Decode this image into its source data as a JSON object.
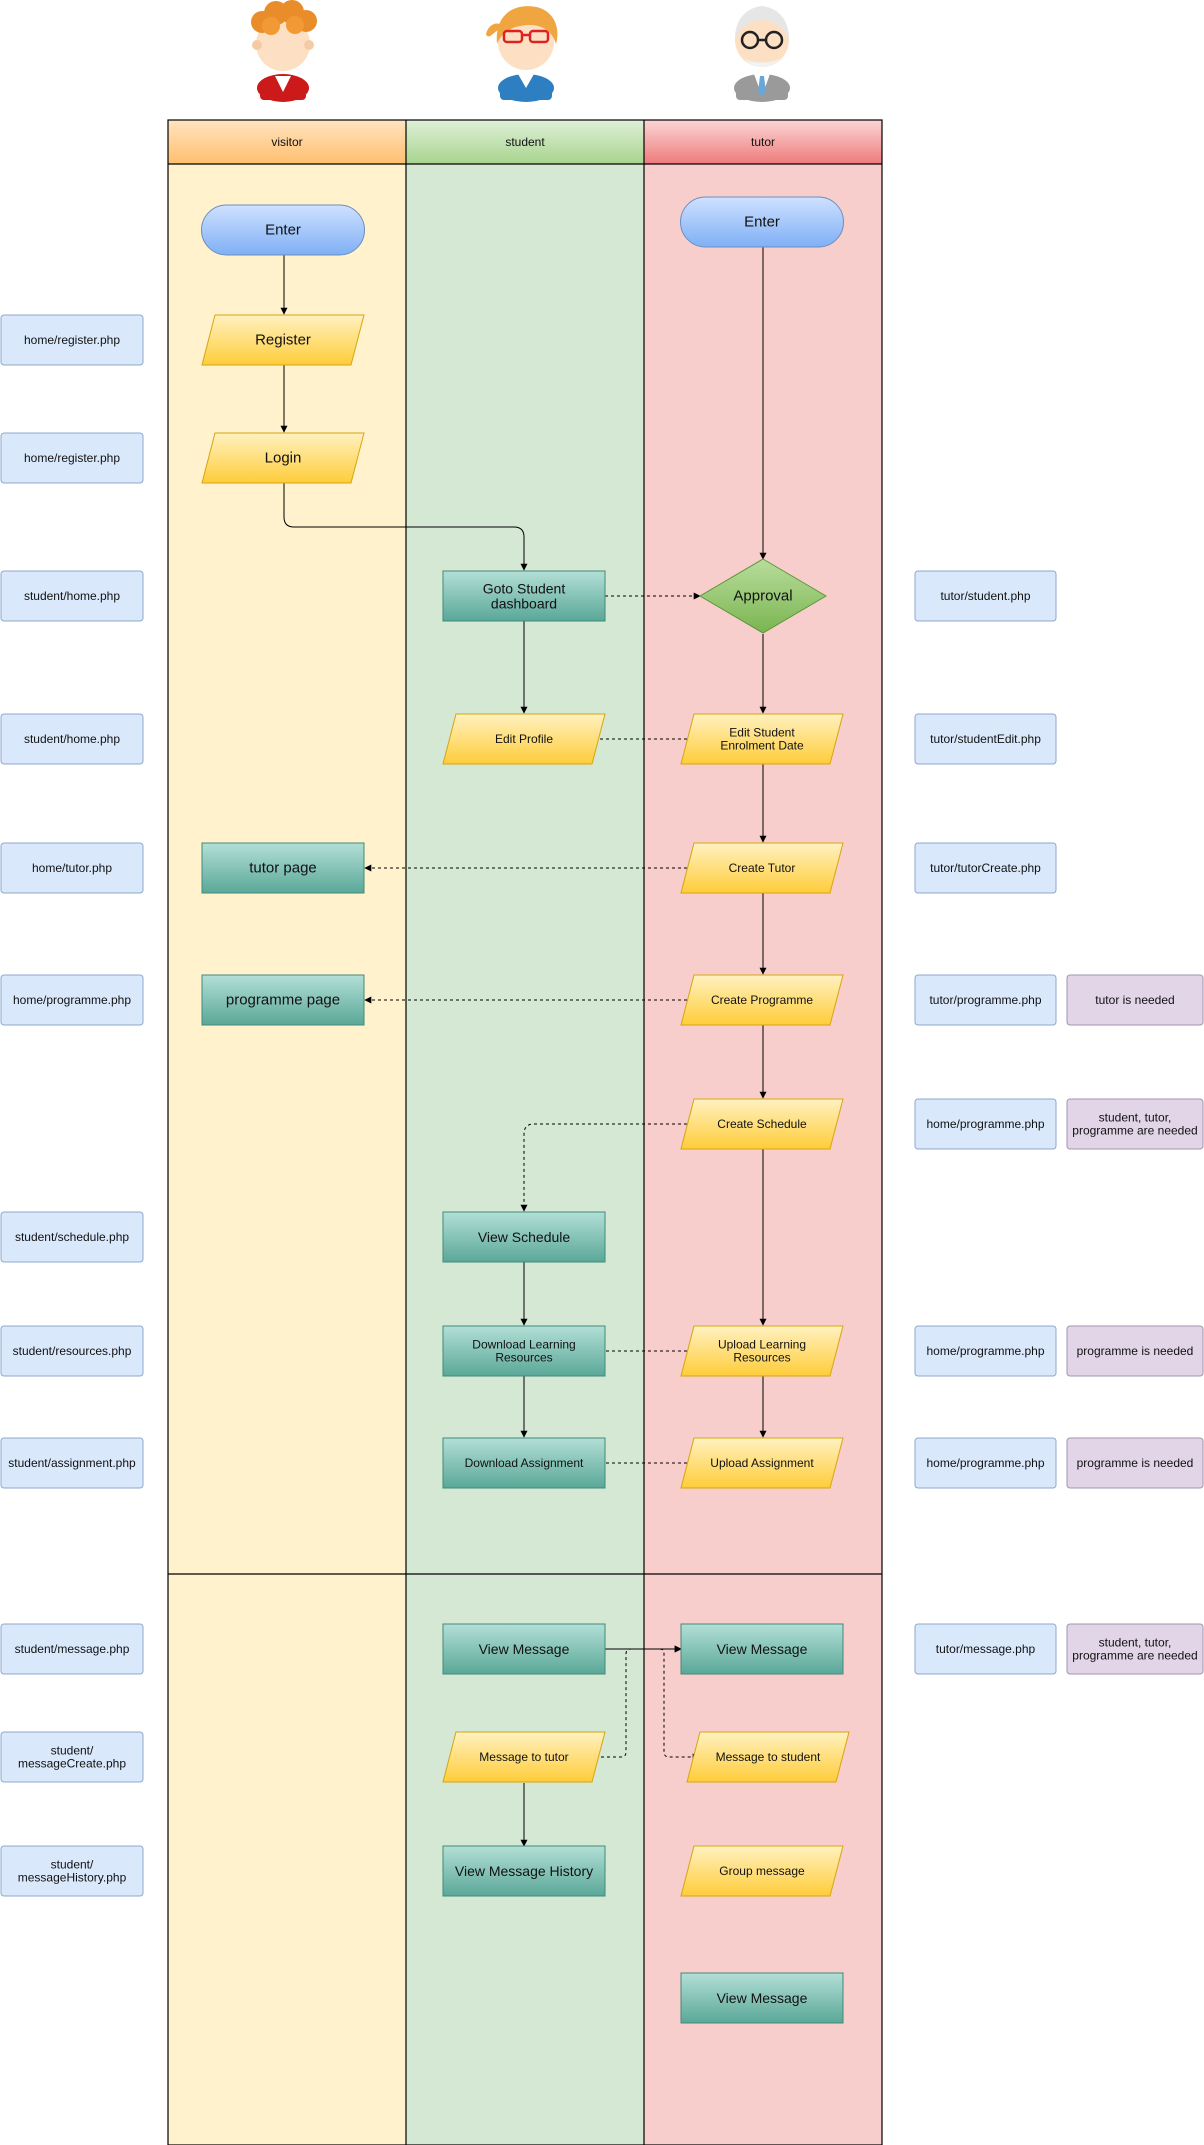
{
  "colors": {
    "visitor_lane": "#fff2cc",
    "student_lane": "#d5e8d4",
    "tutor_lane": "#f8cecc",
    "path_box": "#dae8fc",
    "path_border": "#8fa7cc",
    "note_box": "#e1d5e7",
    "note_border": "#a294b0",
    "terminal_fill": "#7fb0f5",
    "process_fill": "#6ab7a8",
    "io_fill": "#ffd659",
    "decision_fill": "#8cc563",
    "line": "#000000"
  },
  "lanes": [
    {
      "label": "visitor"
    },
    {
      "label": "student"
    },
    {
      "label": "tutor"
    }
  ],
  "actors": [
    {
      "icon": "visitor-avatar-icon"
    },
    {
      "icon": "student-avatar-icon"
    },
    {
      "icon": "tutor-avatar-icon"
    }
  ],
  "nodes": {
    "visitor_enter": "Enter",
    "register": "Register",
    "login": "Login",
    "goto_dashboard": "Goto Student dashboard",
    "tutor_enter": "Enter",
    "approval": "Approval",
    "edit_profile": "Edit Profile",
    "edit_enrolment": "Edit Student Enrolment Date",
    "tutor_page": "tutor page",
    "create_tutor": "Create Tutor",
    "programme_page": "programme page",
    "create_programme": "Create Programme",
    "create_schedule": "Create Schedule",
    "view_schedule": "View Schedule",
    "download_resources": "Download Learning Resources",
    "upload_resources": "Upload Learning Resources",
    "download_assignment": "Download Assignment",
    "upload_assignment": "Upload Assignment",
    "student_view_message": "View Message",
    "tutor_view_message": "View Message",
    "message_to_tutor": "Message to tutor",
    "message_to_student": "Message to student",
    "view_message_history": "View Message History",
    "group_message": "Group message",
    "tutor_view_message_2": "View Message"
  },
  "paths_left": [
    "home/register.php",
    "home/register.php",
    "student/home.php",
    "student/home.php",
    "home/tutor.php",
    "home/programme.php",
    "student/schedule.php",
    "student/resources.php",
    "student/assignment.php",
    "student/message.php",
    "student/ messageCreate.php",
    "student/ messageHistory.php"
  ],
  "paths_right": [
    "tutor/student.php",
    "tutor/studentEdit.php",
    "tutor/tutorCreate.php",
    "tutor/programme.php",
    "home/programme.php",
    "home/programme.php",
    "home/programme.php",
    "tutor/message.php"
  ],
  "notes": [
    "tutor is needed",
    "student, tutor, programme are needed",
    "programme is needed",
    "programme is needed",
    "student, tutor, programme are needed"
  ]
}
